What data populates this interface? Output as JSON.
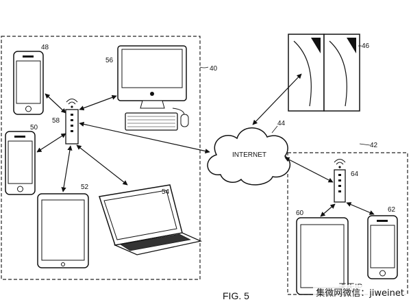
{
  "figure_title": "FIG. 5",
  "cloud_label": "INTERNET",
  "refs": {
    "system_left": "40",
    "system_right": "42",
    "cloud": "44",
    "server": "46",
    "phone_top": "48",
    "phone_mid": "50",
    "tablet": "52",
    "laptop": "54",
    "desktop": "56",
    "router_left": "58",
    "tablet_right": "60",
    "phone_right": "62",
    "router_right": "64"
  },
  "watermark": "集微网微信：jiweinet",
  "watermark_overlay": "天天IP"
}
